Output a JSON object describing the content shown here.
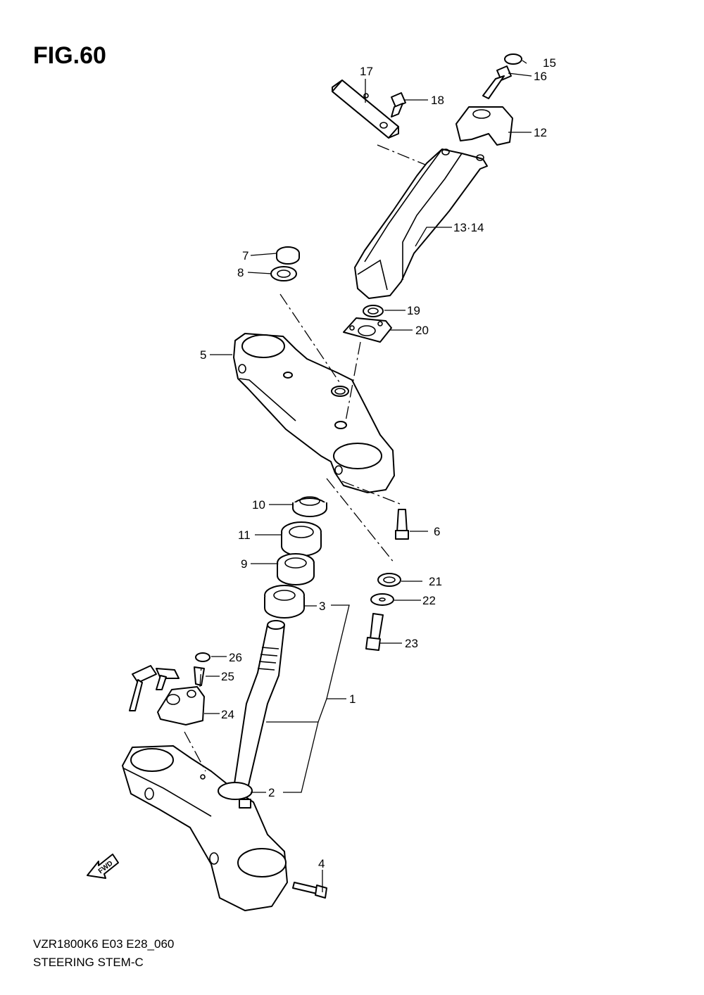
{
  "figure": {
    "title": "FIG.60",
    "model_code": "VZR1800K6 E03 E28_060",
    "section_name": "STEERING STEM-C",
    "fwd_label": "FWD"
  },
  "callouts": [
    {
      "id": "c1",
      "label": "1"
    },
    {
      "id": "c2",
      "label": "2"
    },
    {
      "id": "c3",
      "label": "3"
    },
    {
      "id": "c4",
      "label": "4"
    },
    {
      "id": "c5",
      "label": "5"
    },
    {
      "id": "c6",
      "label": "6"
    },
    {
      "id": "c7",
      "label": "7"
    },
    {
      "id": "c8",
      "label": "8"
    },
    {
      "id": "c9",
      "label": "9"
    },
    {
      "id": "c10",
      "label": "10"
    },
    {
      "id": "c11",
      "label": "11"
    },
    {
      "id": "c12",
      "label": "12"
    },
    {
      "id": "c13",
      "label": "13·14"
    },
    {
      "id": "c15",
      "label": "15"
    },
    {
      "id": "c16",
      "label": "16"
    },
    {
      "id": "c17",
      "label": "17"
    },
    {
      "id": "c18",
      "label": "18"
    },
    {
      "id": "c19",
      "label": "19"
    },
    {
      "id": "c20",
      "label": "20"
    },
    {
      "id": "c21",
      "label": "21"
    },
    {
      "id": "c22",
      "label": "22"
    },
    {
      "id": "c23",
      "label": "23"
    },
    {
      "id": "c24",
      "label": "24"
    },
    {
      "id": "c25",
      "label": "25"
    },
    {
      "id": "c26",
      "label": "26"
    }
  ]
}
